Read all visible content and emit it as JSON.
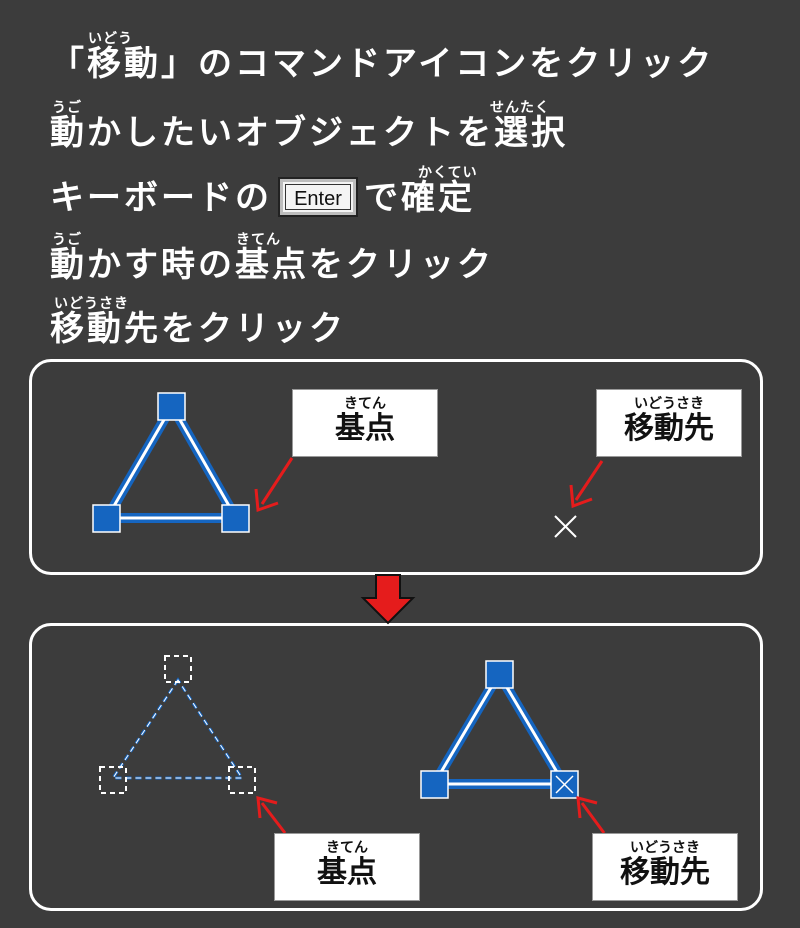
{
  "steps": [
    {
      "text": "「移動」のコマンドアイコンをクリック",
      "ruby": "いどう"
    },
    {
      "text_before": "動かしたいオブジェクトを",
      "text_after": "選択",
      "ruby_start": "うご",
      "ruby_end": "せんたく"
    },
    {
      "text_before": "キーボードの",
      "key": "Enter",
      "text_after": "で確定",
      "ruby": "かくてい"
    },
    {
      "text_before": "動かす時の",
      "text_after": "基点をクリック",
      "ruby_start": "うご",
      "ruby_mid": "きてん"
    },
    {
      "text": "移動先をクリック",
      "ruby": "いどうさき"
    }
  ],
  "labels": {
    "base_point": {
      "ruby": "きてん",
      "text": "基点"
    },
    "destination": {
      "ruby": "いどうさき",
      "text": "移動先"
    }
  },
  "colors": {
    "background": "#3c3c3c",
    "shape_blue": "#1565c0",
    "arrow_red": "#e51c1c",
    "panel_border": "#ffffff"
  }
}
